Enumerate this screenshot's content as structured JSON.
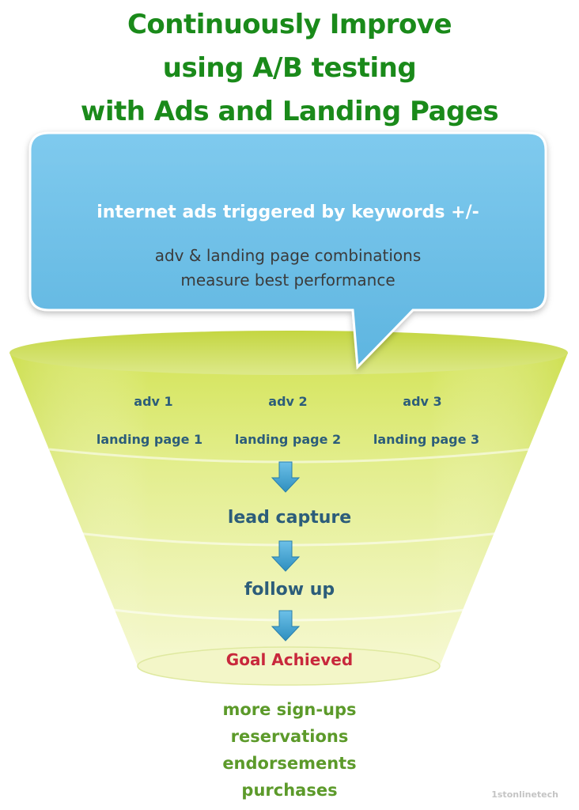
{
  "title": {
    "line1": "Continuously Improve",
    "line2": "using A/B testing",
    "line3": "with Ads and Landing Pages"
  },
  "bubble": {
    "headline": "internet ads triggered by keywords +/-",
    "line1": "adv & landing page combinations",
    "line2": "measure best performance"
  },
  "funnel": {
    "ads": [
      "adv 1",
      "adv 2",
      "adv 3"
    ],
    "landing_pages": [
      "landing page 1",
      "landing page 2",
      "landing page 3"
    ],
    "stages": [
      "lead capture",
      "follow up"
    ],
    "goal": "Goal Achieved"
  },
  "outcomes": [
    "more sign-ups",
    "reservations",
    "endorsements",
    "purchases"
  ],
  "credit": "1stonlinetech",
  "colors": {
    "title": "#1a8a1a",
    "bubble": "#67bde6",
    "funnel": "#e3ee8e",
    "stage_text": "#2c5d7a",
    "goal_text": "#c8283c",
    "outcome_text": "#5c9a2a",
    "arrow": "#3d9fcb"
  },
  "icons": {
    "stage_arrow": "down-arrow-icon"
  }
}
